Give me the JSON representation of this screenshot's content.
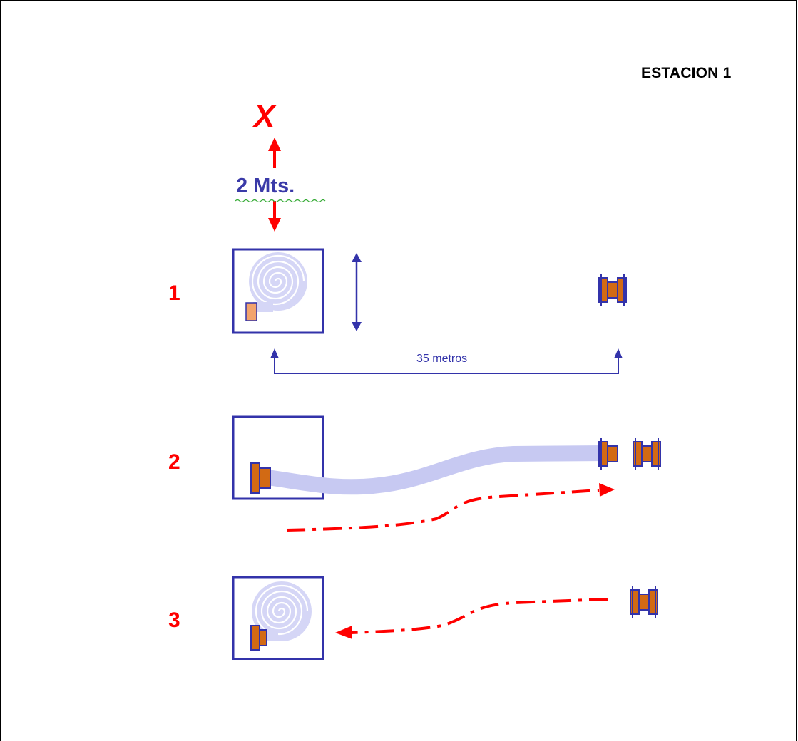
{
  "title": "ESTACION 1",
  "marker_x": "X",
  "distance_label": "2 Mts.",
  "span_label": "35 metros",
  "steps": [
    "1",
    "2",
    "3"
  ],
  "colors": {
    "red": "#ff0000",
    "blue": "#3333aa",
    "hose": "#c7c9f2",
    "nozzle": "#d26a14"
  }
}
